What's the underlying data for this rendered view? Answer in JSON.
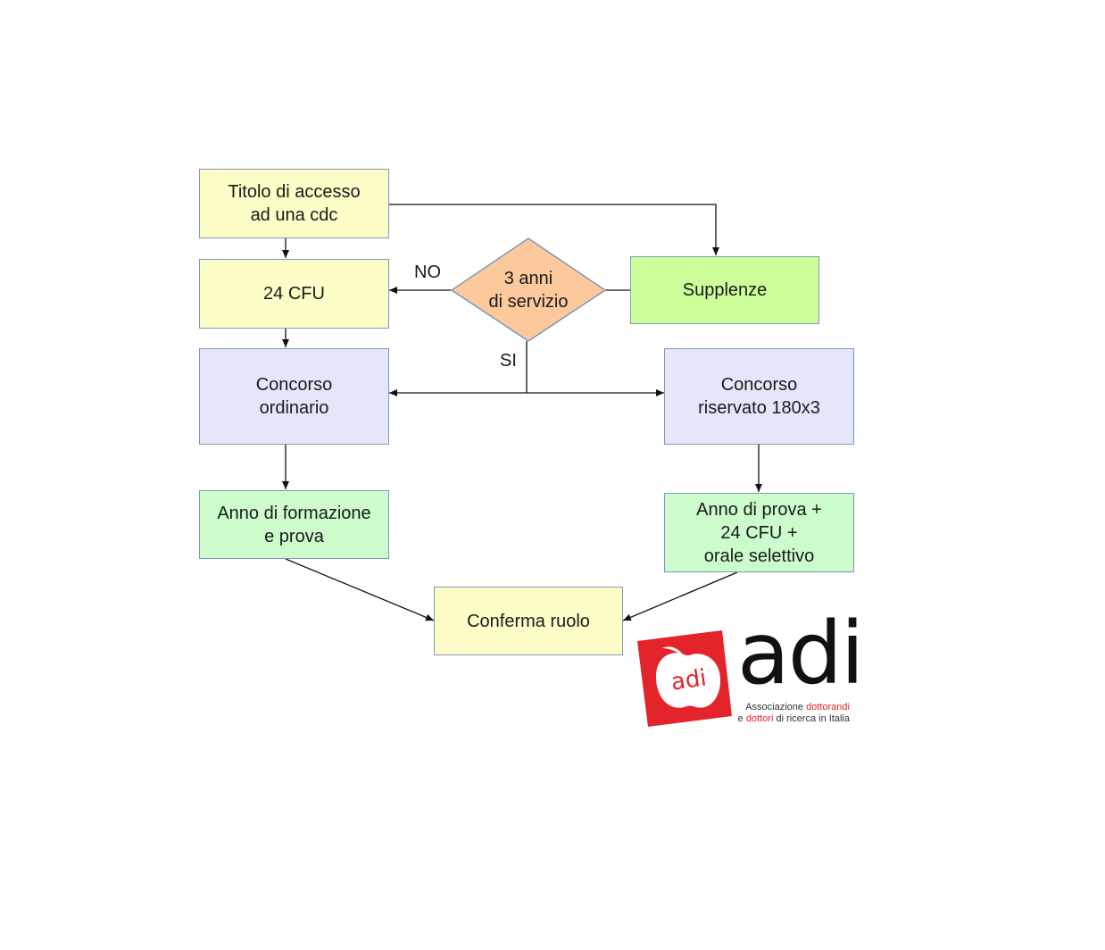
{
  "nodes": {
    "titolo": "Titolo di accesso\nad una cdc",
    "cfu24": "24 CFU",
    "decision": "3 anni\ndi servizio",
    "supplenze": "Supplenze",
    "concorso_ordinario": "Concorso\nordinario",
    "concorso_riservato": "Concorso\nriservato 180x3",
    "anno_formazione": "Anno di formazione\ne prova",
    "anno_prova": "Anno di prova +\n24 CFU +\norale selettivo",
    "conferma": "Conferma ruolo"
  },
  "edge_labels": {
    "no": "NO",
    "si": "SI"
  },
  "logo": {
    "badge_text": "adi",
    "wordmark": "adi",
    "tagline_line1_a": "Associazione ",
    "tagline_line1_b": "dottorandi",
    "tagline_line2_a": "e ",
    "tagline_line2_b": "dottori",
    "tagline_line2_c": " di ricerca in Italia",
    "brand_color": "#e3242b"
  },
  "colors": {
    "yellow": "#fdfdc8",
    "lavender": "#e6e6fb",
    "light_green": "#ccfccc",
    "green": "#ccff99",
    "diamond": "#fbc99b",
    "border": "#7f98b8"
  }
}
